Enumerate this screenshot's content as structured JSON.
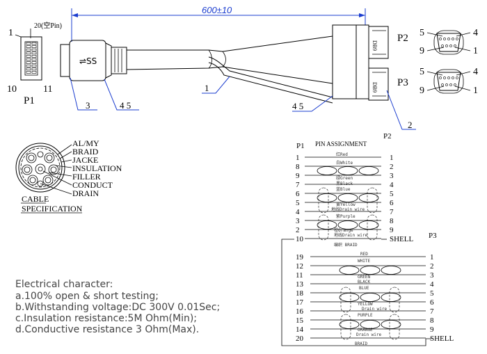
{
  "dimension": {
    "length": "600±10"
  },
  "connector_p1": {
    "pin_top_left": "1",
    "pin_top_right": "20(空Pin)",
    "pin_bottom_left": "10",
    "pin_bottom_right": "11",
    "name": "P1"
  },
  "connector_p2": {
    "name": "P2",
    "pin_5": "5",
    "pin_4": "4",
    "pin_9": "9",
    "pin_1": "1"
  },
  "connector_p3": {
    "name": "P3",
    "pin_5": "5",
    "pin_4": "4",
    "pin_9": "9",
    "pin_1": "1"
  },
  "callouts": {
    "c1": "1",
    "c2": "2",
    "c3": "3",
    "c45a": "4 5",
    "c45b": "4 5",
    "c1b": "1"
  },
  "cable_spec": {
    "layers": [
      "AL/MY",
      "BRAID",
      "JACKE",
      "INSULATION",
      "FILLER",
      "CONDUCT",
      "DRAIN"
    ],
    "title_line1": "CABLE",
    "title_line2": "SPECIFICATION"
  },
  "electrical": {
    "heading": "Electrical character:",
    "lines": [
      "a.100% open & short testing;",
      "b.Withstanding voltage:DC 300V 0.01Sec;",
      "c.Insulation resistance:5M Ohm(Min);",
      "d.Conductive resistance 3 Ohm(Max)."
    ]
  },
  "pin_assignment": {
    "title": "PIN ASSIGNMENT",
    "p1_label": "P1",
    "p2_label": "P2",
    "p3_label": "P3",
    "group1": {
      "left": [
        "1",
        "8",
        "9",
        "7",
        "6",
        "5",
        "4",
        "3",
        "2",
        "10"
      ],
      "right": [
        "1",
        "2",
        "3",
        "4",
        "5",
        "6",
        "7",
        "8",
        "9",
        "SHELL"
      ],
      "wire_labels": [
        "红Red",
        "白White",
        "绿Green",
        "黑Black",
        "蓝Blue",
        "黄Yellow",
        "地线Drain wire",
        "紫Purple",
        "橙Orange",
        "地线Drain wire",
        "编织 BRAID"
      ]
    },
    "group2": {
      "left": [
        "19",
        "12",
        "11",
        "13",
        "18",
        "17",
        "16",
        "15",
        "14",
        "20"
      ],
      "right": [
        "1",
        "2",
        "3",
        "4",
        "5",
        "6",
        "7",
        "8",
        "9",
        "SHELL"
      ],
      "wire_labels": [
        "RED",
        "WHITE",
        "GREEN",
        "BLACK",
        "BLUE",
        "YELLOW",
        "Drain wire",
        "PURPLE",
        "ORANGE",
        "Drain wire",
        "BRAID"
      ]
    }
  }
}
